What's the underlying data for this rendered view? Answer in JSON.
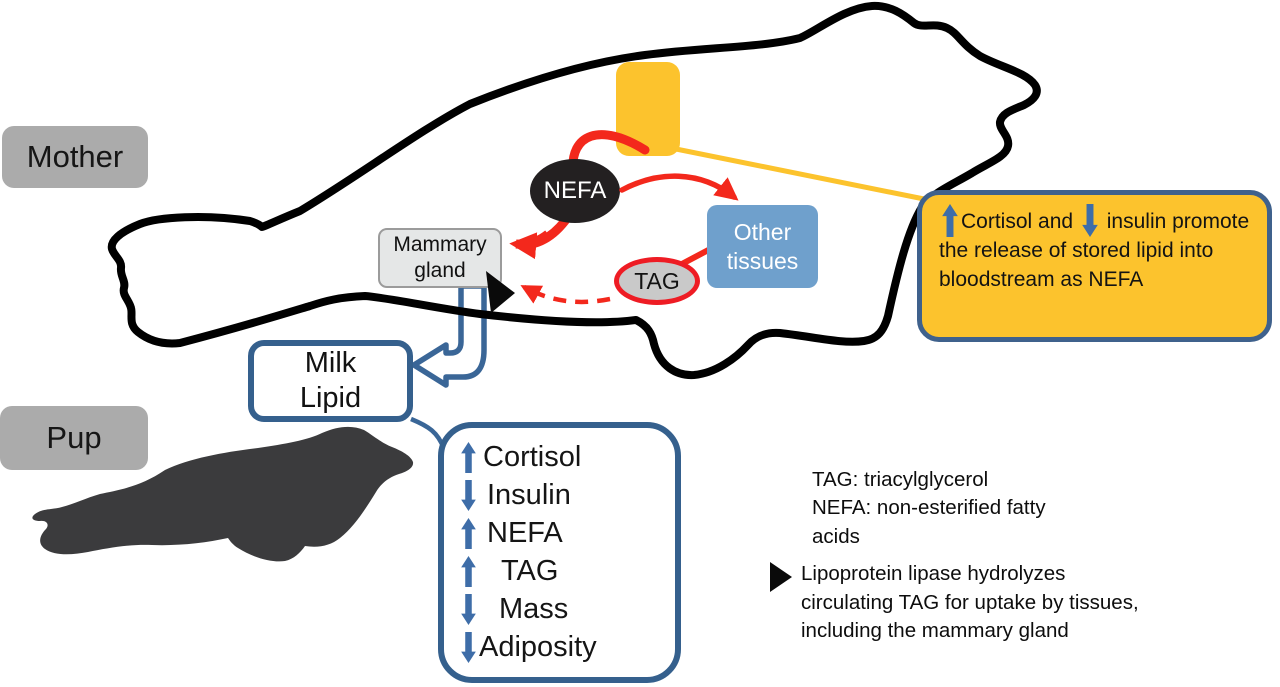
{
  "labels": {
    "mother": "Mother",
    "pup": "Pup"
  },
  "nodes": {
    "nefa": "NEFA",
    "tag": "TAG",
    "mammary_gland": "Mammary gland",
    "other_tissues": "Other tissues",
    "milk_lipid": "Milk Lipid"
  },
  "callout": {
    "arrow1_dir": "up",
    "text_part1": "Cortisol  and",
    "arrow2_dir": "down",
    "text_part2": "insulin promote the release of stored lipid into bloodstream as NEFA"
  },
  "pup_panel": {
    "items": [
      {
        "dir": "up",
        "label": "Cortisol"
      },
      {
        "dir": "down",
        "label": "Insulin"
      },
      {
        "dir": "up",
        "label": "NEFA"
      },
      {
        "dir": "up",
        "label": "TAG"
      },
      {
        "dir": "down",
        "label": "Mass"
      },
      {
        "dir": "down",
        "label": "Adiposity"
      }
    ]
  },
  "legend": {
    "tag_definition": "TAG: triacylglycerol",
    "nefa_definition": "NEFA: non-esterified fatty acids"
  },
  "lpl_note": "Lipoprotein lipase hydrolyzes circulating TAG for uptake by tissues, including the mammary gland",
  "colors": {
    "label_gray": "#ABABAB",
    "highlight_yellow": "#FCC32D",
    "arrow_red": "#F3281C",
    "accent_blue": "#35608D",
    "block_arrow_blue": "#3E6DA8",
    "tissue_blue": "#6FA0CC",
    "tag_border_red": "#EE1C24"
  }
}
